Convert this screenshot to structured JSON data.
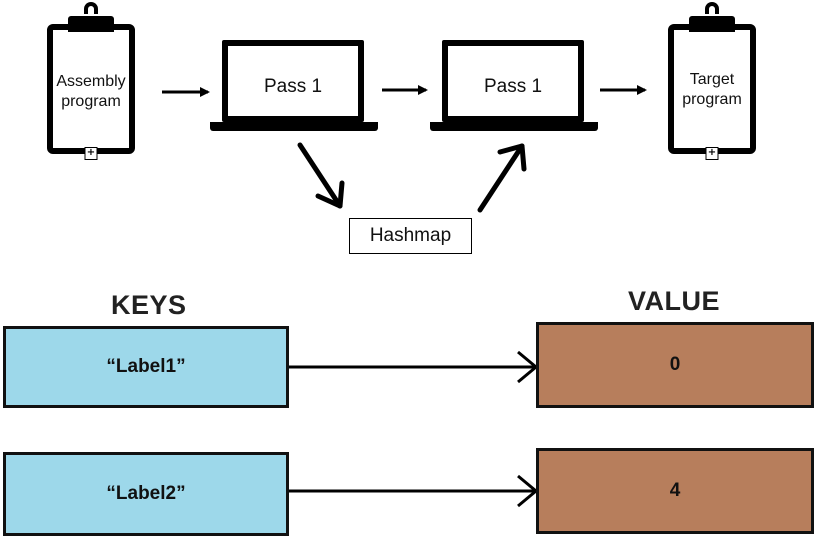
{
  "pipeline": {
    "input": {
      "lines": [
        "Assembly",
        "program"
      ]
    },
    "pass_a": {
      "label": "Pass 1"
    },
    "pass_b": {
      "label": "Pass 1"
    },
    "output": {
      "lines": [
        "Target",
        "program"
      ]
    },
    "hashmap": {
      "label": "Hashmap"
    }
  },
  "table": {
    "keys_heading": "KEYS",
    "value_heading": "VALUE",
    "rows": [
      {
        "key": "“Label1”",
        "value": "0"
      },
      {
        "key": "“Label2”",
        "value": "4"
      }
    ]
  },
  "colors": {
    "key_fill": "#9dd8ea",
    "value_fill": "#b77e5c"
  }
}
